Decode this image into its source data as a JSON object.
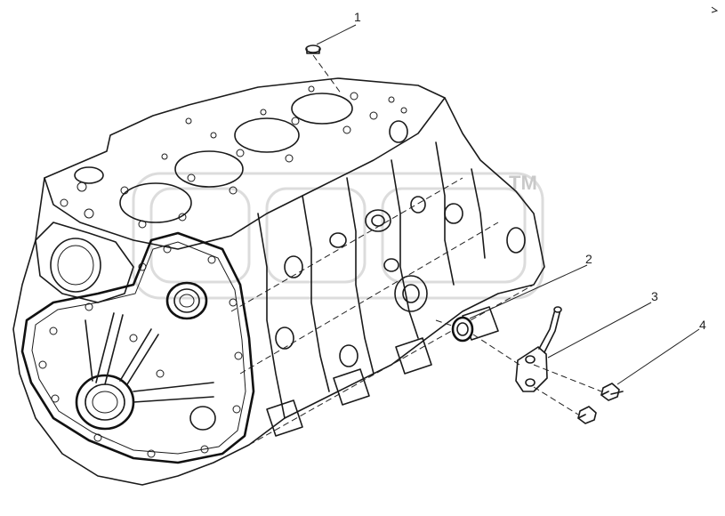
{
  "diagram": {
    "callouts": [
      "1",
      "2",
      "3",
      "4"
    ],
    "watermark_mark": "TM"
  },
  "colors": {
    "line": "#1a1a1a",
    "watermark": "#d4d4d4",
    "background": "#ffffff"
  }
}
